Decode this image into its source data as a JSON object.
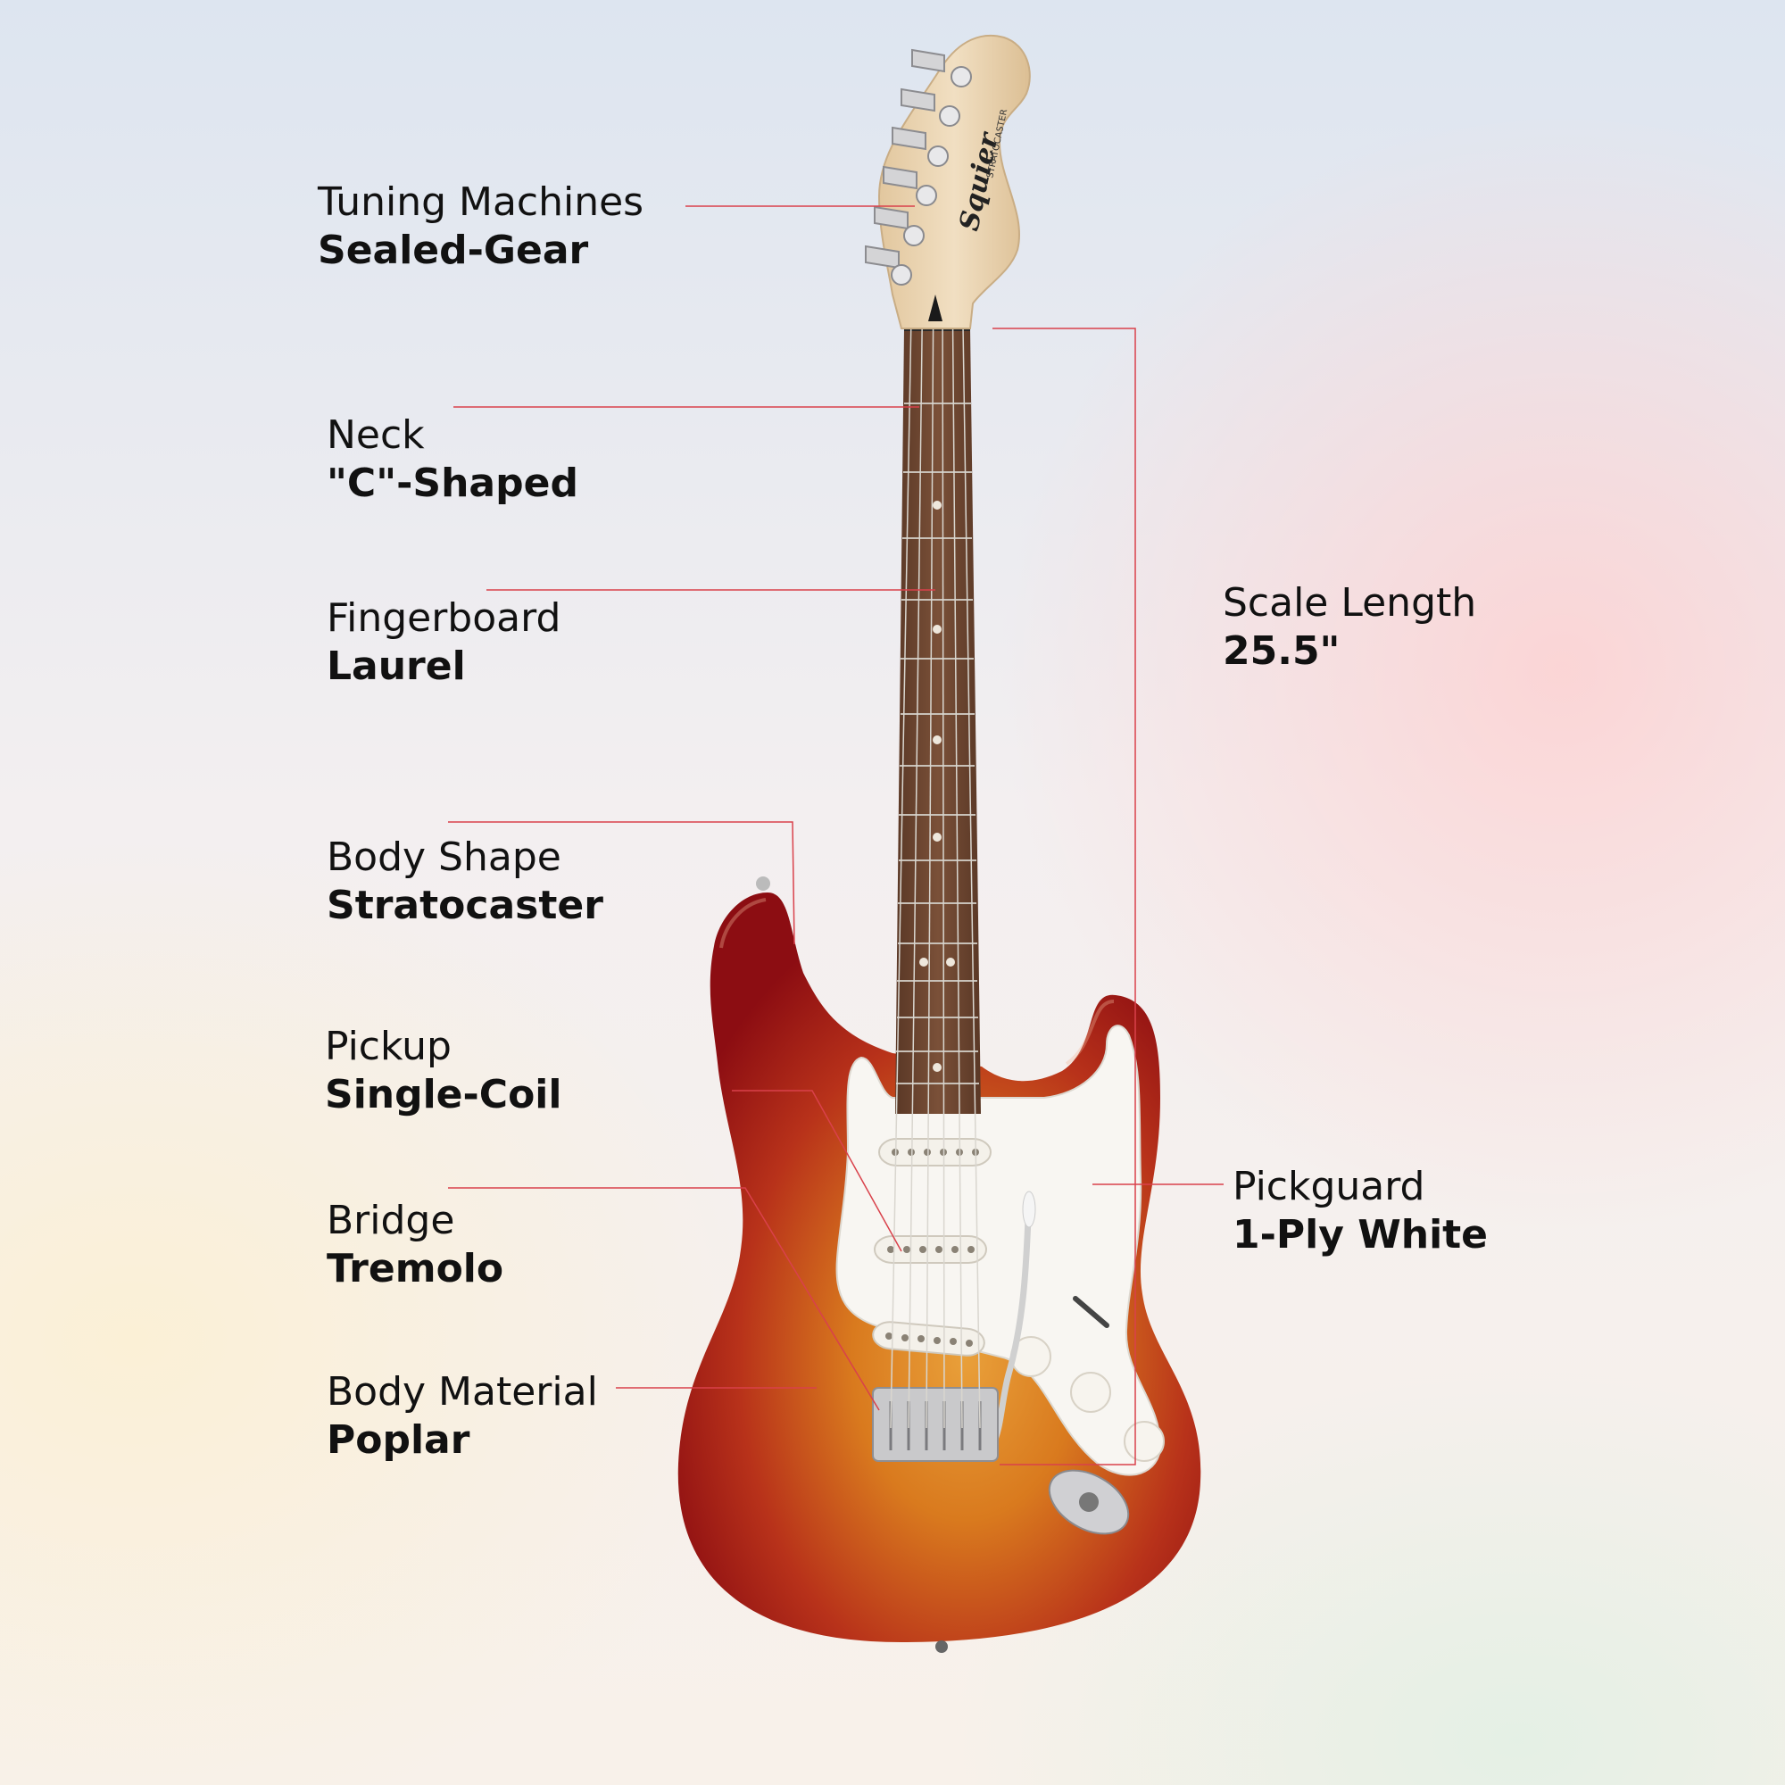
{
  "brand": {
    "headstock_logo": "Squier",
    "headstock_model": "STRATOCASTER"
  },
  "colors": {
    "leader_line": "#d9414b",
    "body_edge": "#9c0f12",
    "body_center": "#d97a1e",
    "pickguard": "#f8f6f2",
    "fingerboard": "#6b4530",
    "neck_maple": "#ead5b2"
  },
  "specs": {
    "tuning_machines": {
      "title": "Tuning Machines",
      "value": "Sealed-Gear"
    },
    "neck": {
      "title": "Neck",
      "value": "\"C\"-Shaped"
    },
    "fingerboard": {
      "title": "Fingerboard",
      "value": "Laurel"
    },
    "body_shape": {
      "title": "Body Shape",
      "value": "Stratocaster"
    },
    "pickup": {
      "title": "Pickup",
      "value": "Single-Coil"
    },
    "bridge": {
      "title": "Bridge",
      "value": "Tremolo"
    },
    "body_material": {
      "title": "Body Material",
      "value": "Poplar"
    },
    "scale_length": {
      "title": "Scale Length",
      "value": "25.5\""
    },
    "pickguard": {
      "title": "Pickguard",
      "value": "1-Ply White"
    }
  }
}
